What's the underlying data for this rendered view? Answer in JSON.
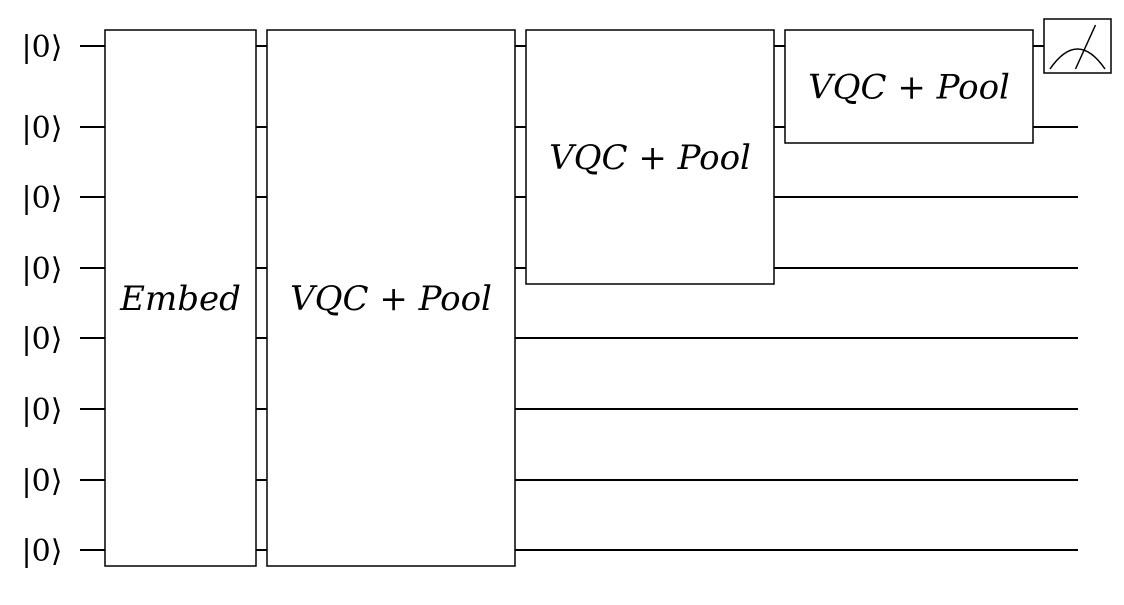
{
  "circuit": {
    "qubit_labels": [
      "|0⟩",
      "|0⟩",
      "|0⟩",
      "|0⟩",
      "|0⟩",
      "|0⟩",
      "|0⟩",
      "|0⟩"
    ],
    "gates": [
      {
        "label": "Embed",
        "first_qubit": 0,
        "last_qubit": 7
      },
      {
        "label": "VQC + Pool",
        "first_qubit": 0,
        "last_qubit": 7
      },
      {
        "label": "VQC + Pool",
        "first_qubit": 0,
        "last_qubit": 3
      },
      {
        "label": "VQC + Pool",
        "first_qubit": 0,
        "last_qubit": 1
      }
    ],
    "measurement": {
      "qubit": 0,
      "icon": "measurement-meter-icon"
    }
  }
}
